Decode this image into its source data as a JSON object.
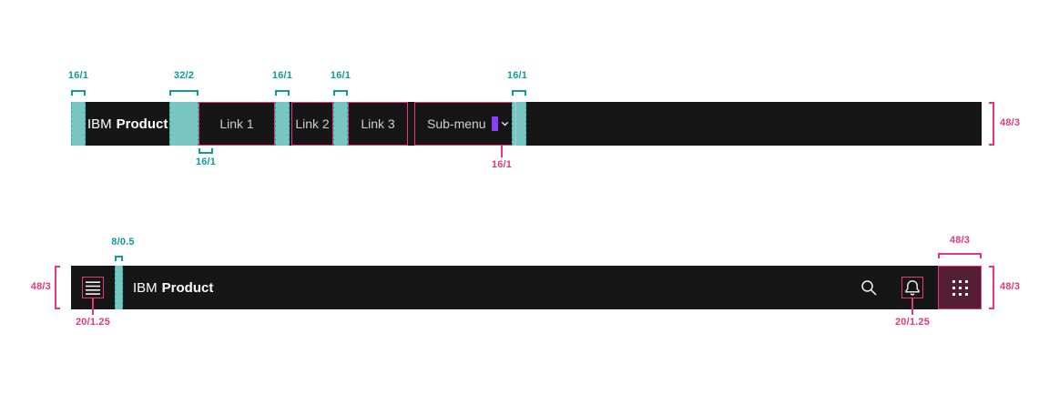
{
  "colors": {
    "bar_background": "#161616",
    "teal_annotation": "#0e9d9a",
    "teal_highlight": "#8debe8",
    "pink_annotation": "#e5387b",
    "violet_highlight": "#8a3ffc",
    "header_text": "#ffffff",
    "link_text": "#cfcfcf",
    "switcher_highlight": "#551f33"
  },
  "top": {
    "prefix": "IBM",
    "product": "Product",
    "links": [
      "Link 1",
      "Link 2",
      "Link 3"
    ],
    "submenu_label": "Sub-menu",
    "ann": {
      "left_padding": "16/1",
      "title_gap": "32/2",
      "link_gap_1": "16/1",
      "link_gap_2": "16/1",
      "trailing_gap": "16/1",
      "link_padding": "16/1",
      "submenu_chevron_gap": "16/1",
      "bar_height": "48/3"
    }
  },
  "bottom": {
    "prefix": "IBM",
    "product": "Product",
    "ann": {
      "menu_title_gap": "8/0.5",
      "bar_height_left": "48/3",
      "bar_height_right": "48/3",
      "switcher_width": "48/3",
      "menu_icon_size": "20/1.25",
      "notification_icon_size": "20/1.25"
    }
  }
}
